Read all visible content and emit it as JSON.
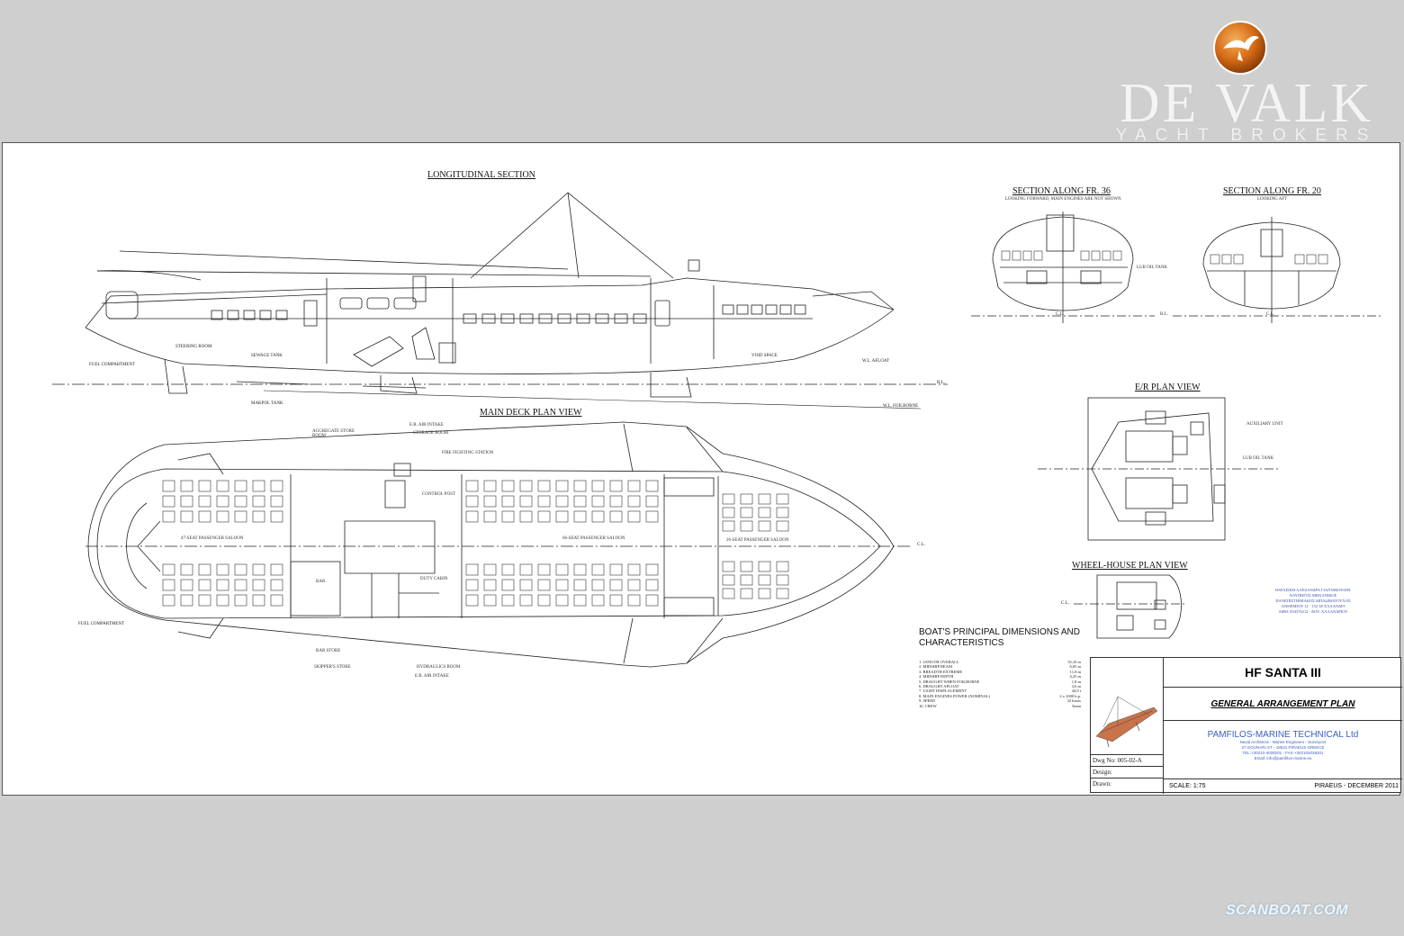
{
  "brand": {
    "name": "DE VALK",
    "tagline": "YACHT BROKERS",
    "logo_icon": "de-valk-falcon-logo"
  },
  "watermark": "SCANBOAT.COM",
  "drawings": {
    "longitudinal": {
      "title": "LONGITUDINAL SECTION",
      "labels": {
        "fuel": "FUEL COMPARTMENT",
        "steering": "STEERING ROOM",
        "sewage": "SEWAGE TANK",
        "makpol": "MAKPOL TANK",
        "void": "VOID SPACE",
        "wl_afloat": "W.L. AFLOAT",
        "wl_foilborne": "W.L. FOILBORNE",
        "bl": "B.L."
      }
    },
    "main_deck": {
      "title": "MAIN DECK PLAN VIEW",
      "labels": {
        "aggregate": "AGGREGATE STORE ROOM",
        "er_air_top": "E.R. AIR INTAKE",
        "storage": "STORAGE ROOM",
        "fire": "FIRE FIGHTING STATION",
        "saloon47": "47-SEAT PASSENGER SALOON",
        "saloon66": "66-SEAT PASSENGER SALOON",
        "saloon26": "26-SEAT PASSENGER SALOON",
        "control": "CONTROL POST",
        "duty": "DUTY CABIN",
        "bar": "BAR",
        "fuel": "FUEL COMPARTMENT",
        "bar_store": "BAR STORE",
        "skippers": "SKIPPER'S STORE",
        "hydraulics": "HYDRAULICS ROOM",
        "er_air_bottom": "E.R. AIR INTAKE",
        "cl": "C.L."
      }
    },
    "section36": {
      "title": "SECTION ALONG FR. 36",
      "note": "LOOKING FORWARD, MAIN ENGINES ARE NOT SHOWN",
      "lub": "LUB OIL TANK",
      "bl": "B.L.",
      "cl": "C.L."
    },
    "section20": {
      "title": "SECTION ALONG FR. 20",
      "note": "LOOKING AFT",
      "cl": "C.L."
    },
    "er_plan": {
      "title": "E/R PLAN VIEW",
      "aux": "AUXILIARY UNIT",
      "lub": "LUB OIL TANK"
    },
    "wheelhouse": {
      "title": "WHEEL-HOUSE PLAN VIEW",
      "cl": "C.L."
    }
  },
  "dimensions": {
    "title": "BOAT'S PRINCIPAL DIMENSIONS AND CHARACTERISTICS",
    "rows": [
      {
        "label": "1. LENGTH OVERALL",
        "value": "35,10 m"
      },
      {
        "label": "2. MIDSHIP BEAM",
        "value": "6,05 m"
      },
      {
        "label": "3. BREADTH EXTREME",
        "value": "11,0 m"
      },
      {
        "label": "4. MIDSHIP DEPTH",
        "value": "4,25 m"
      },
      {
        "label": "5. DRAUGHT WHEN FOILBORNE",
        "value": "1,8 m"
      },
      {
        "label": "6. DRAUGHT AFLOAT",
        "value": "3,6 m"
      },
      {
        "label": "7. LIGHT DISPLACEMENT",
        "value": "44,9 t"
      },
      {
        "label": "8. MAIN ENGINES POWER (NOMINAL)",
        "value": "2 x 1000 h.p."
      },
      {
        "label": "9. SPEED",
        "value": "32 knots"
      },
      {
        "label": "10. CREW",
        "value": "5men"
      }
    ]
  },
  "title_block": {
    "vessel": "HF SANTA III",
    "plan": "GENERAL ARRANGEMENT PLAN",
    "company": "PAMFILOS-MARINE TECHNICAL Ltd",
    "company_lines": [
      "Naval Architects - Marine Engineers - Surveyors",
      "27 GOUNARI ST - 18531 PIRAEUS GREECE",
      "TEL:+30210-4028201 - FAX:+302104028201",
      "Email: info@pamfilos-marine.eu"
    ],
    "dwg_no": "Dwg No: 005-02-A",
    "design": "Design:",
    "drawn": "Drawn:",
    "scale": "SCALE: 1:75",
    "place_date": "PIRAEUS - DECEMBER 2011"
  },
  "stamp": {
    "lines": [
      "ΘΑΥΣΙΣΚΗ ΑΛΕΞΑΝΔΡΑ ΓΙΑΝΝΙΚΟΥΛΗΣ",
      "ΝΑΥΠΗΓΟΣ ΜΗΧΑΝΙΚΟΣ",
      "ΠΑΝΕΠΙΣΤΗΜΙΑΚΟΣ ΔΙΠΛΩΜΑΤΟΥΧΟΣ",
      "ΑΝΘΕΜΙΟΥ 12 · 152 38 ΧΑΛΑΝΔΡΙ",
      "ΑΦΜ: 054376212 - ΔΟΥ: ΧΑΛΑΝΔΡΙΟΥ"
    ]
  }
}
